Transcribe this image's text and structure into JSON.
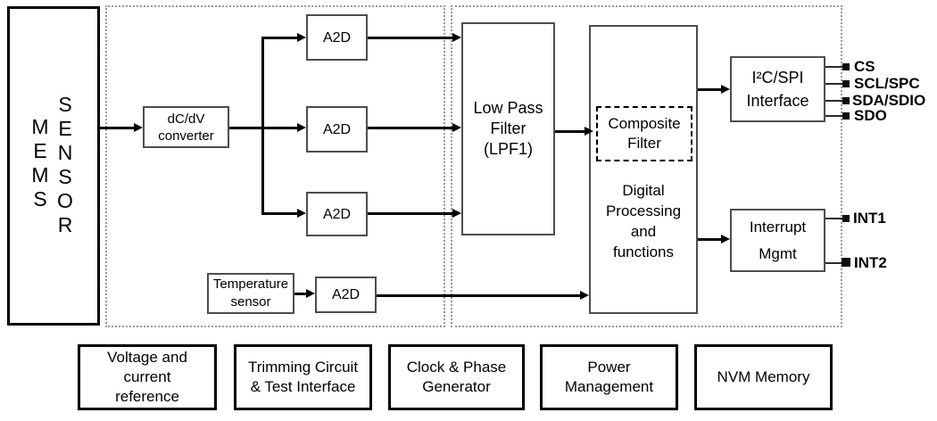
{
  "mems_block": {
    "left_letters": "M\nE\nM\nS",
    "right_letters": "S\nE\nN\nS\nO\nR"
  },
  "blocks": {
    "dcdv_converter": "dC/dV\nconverter",
    "a2d_top": "A2D",
    "a2d_mid": "A2D",
    "a2d_bottom": "A2D",
    "temperature_sensor": "Temperature\nsensor",
    "a2d_temp": "A2D",
    "low_pass_filter": "Low Pass\nFilter\n(LPF1)",
    "composite_filter": "Composite\nFilter",
    "digital_processing": "Digital\nProcessing\nand\nfunctions",
    "i2c_spi_interface": "I²C/SPI\nInterface",
    "interrupt_mgmt": "Interrupt\nMgmt"
  },
  "pins": {
    "cs": "CS",
    "scl_spc": "SCL/SPC",
    "sda_sdio": "SDA/SDIO",
    "sdo": "SDO",
    "int1": "INT1",
    "int2": "INT2"
  },
  "bottom_blocks": [
    "Voltage and\ncurrent\nreference",
    "Trimming Circuit\n& Test Interface",
    "Clock & Phase\nGenerator",
    "Power\nManagement",
    "NVM Memory"
  ],
  "colors": {
    "background": "#ffffff",
    "line": "#000000",
    "inner_box_border": "#4d4d4d",
    "outer_box_border": "#000000",
    "region_border": "#9a9a9a"
  }
}
